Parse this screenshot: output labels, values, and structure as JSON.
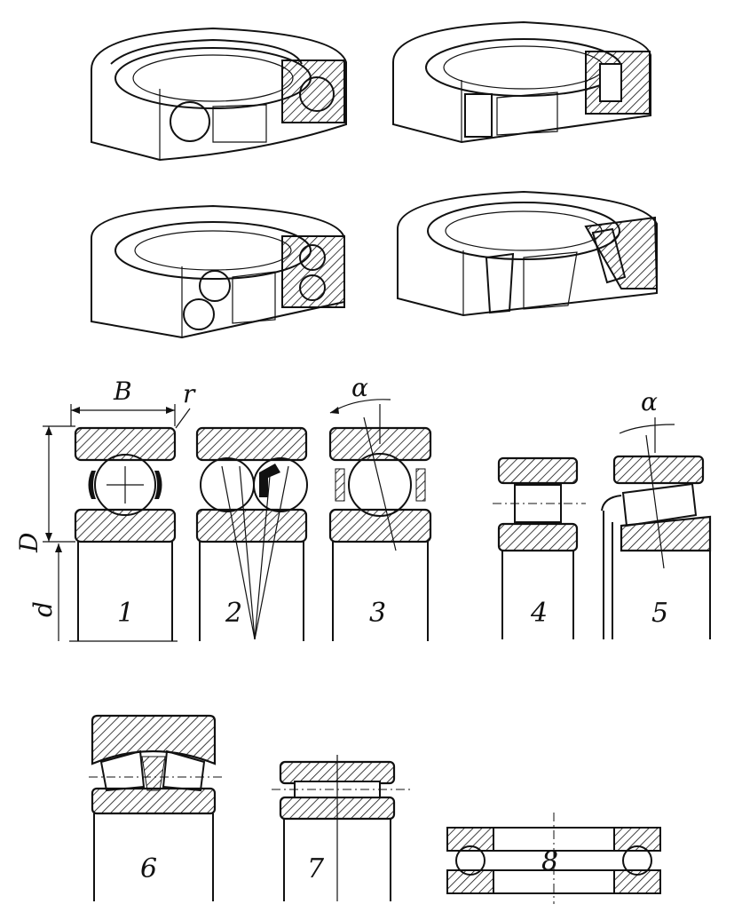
{
  "figure": {
    "symbols": {
      "B": "B",
      "r": "r",
      "D": "D",
      "d": "d",
      "alpha": "α"
    },
    "bearing_numbers": [
      "1",
      "2",
      "3",
      "4",
      "5",
      "6",
      "7",
      "8"
    ],
    "isometric_views": [
      "deep-groove-ball-bearing",
      "cylindrical-roller-bearing",
      "self-aligning-ball-bearing",
      "tapered-roller-bearing"
    ],
    "colors": {
      "ink": "#111111",
      "paper": "#ffffff"
    }
  }
}
